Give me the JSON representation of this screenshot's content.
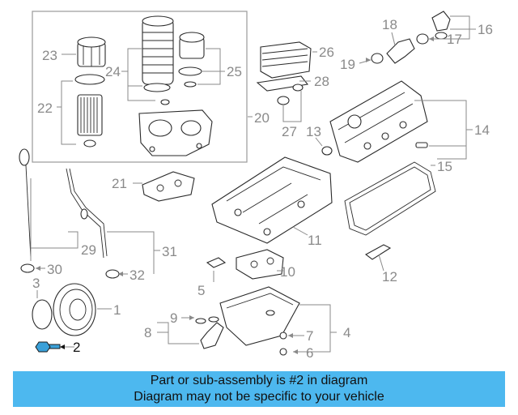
{
  "diagram": {
    "callouts": {
      "c1": "1",
      "c2": "2",
      "c3": "3",
      "c4": "4",
      "c5": "5",
      "c6": "6",
      "c7": "7",
      "c8": "8",
      "c9": "9",
      "c10": "10",
      "c11": "11",
      "c12": "12",
      "c13": "13",
      "c14": "14",
      "c15": "15",
      "c16": "16",
      "c17": "17",
      "c18": "18",
      "c19": "19",
      "c20": "20",
      "c21": "21",
      "c22": "22",
      "c23": "23",
      "c24": "24",
      "c25": "25",
      "c26": "26",
      "c27": "27",
      "c28": "28",
      "c29": "29",
      "c30": "30",
      "c31": "31",
      "c32": "32"
    },
    "highlight_color": "#111111",
    "callout_color": "#8a8a8a",
    "part_fill": "#3aa0d8"
  },
  "banner": {
    "line1": "Part or sub-assembly is #2 in diagram",
    "line2": "Diagram may not be specific to your vehicle",
    "color": "#4db8ef"
  }
}
